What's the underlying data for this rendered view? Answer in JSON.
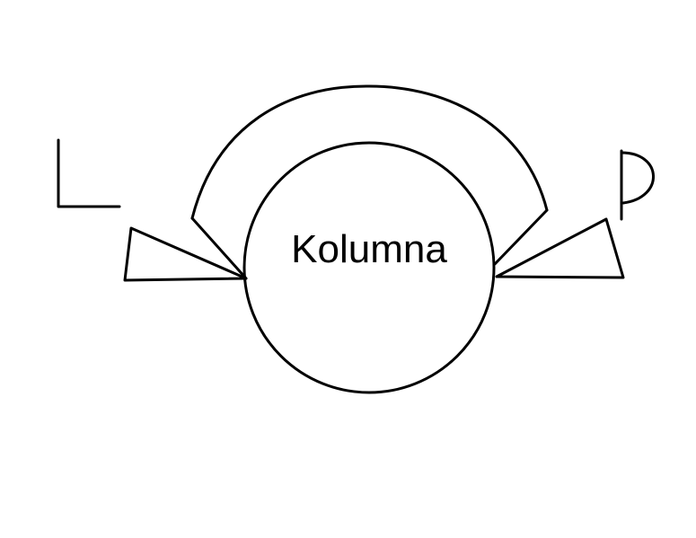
{
  "diagram": {
    "center_label": "Kolumna",
    "left_letter": "L",
    "right_letter": "P"
  },
  "colors": {
    "background": "#ffffff",
    "stroke": "#000000"
  }
}
